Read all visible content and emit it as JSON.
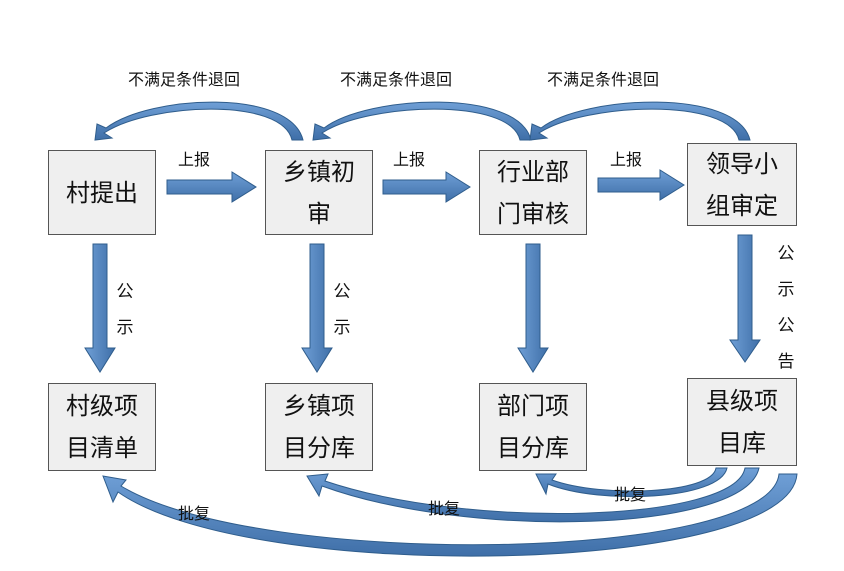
{
  "nodes": {
    "village_propose": [
      "村提出"
    ],
    "town_review": [
      "乡镇初",
      "审"
    ],
    "dept_review": [
      "行业部",
      "门审核"
    ],
    "leader_approve": [
      "领导小",
      "组审定"
    ],
    "village_list": [
      "村级项",
      "目清单"
    ],
    "town_library": [
      "乡镇项",
      "目分库"
    ],
    "dept_library": [
      "部门项",
      "目分库"
    ],
    "county_library": [
      "县级项",
      "目库"
    ]
  },
  "labels": {
    "report": "上报",
    "return": "不满足条件退回",
    "publicize": [
      "公",
      "示"
    ],
    "publicize_announce": [
      "公",
      "示",
      "公",
      "告"
    ],
    "approve": "批复"
  },
  "colors": {
    "arrow_fill": "#4f81bd",
    "arrow_stroke": "#2f5d8c",
    "box_fill": "#efefef"
  }
}
